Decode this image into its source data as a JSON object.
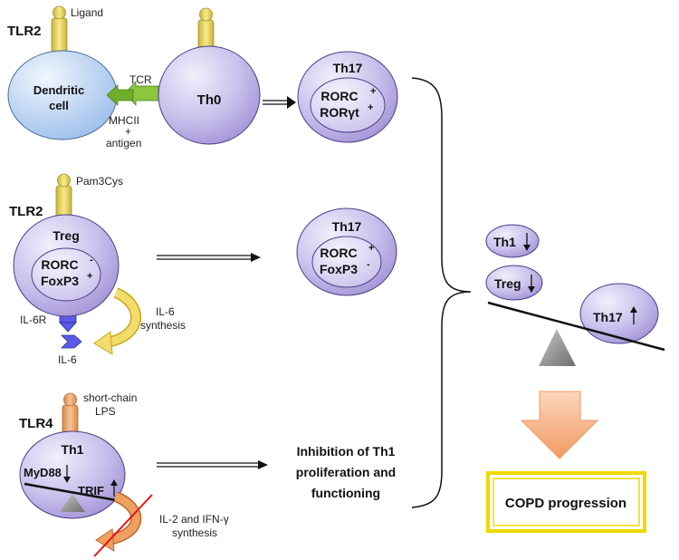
{
  "row1": {
    "receptor": "TLR2",
    "ligand": "Ligand",
    "dc_line1": "Dendritic",
    "dc_line2": "cell",
    "tcr": "TCR",
    "mhc_line1": "MHCII",
    "mhc_line2": "+",
    "mhc_line3": "antigen",
    "th0": "Th0",
    "th17_title": "Th17",
    "m1": "RORC",
    "m1_sign": "+",
    "m2": "RORγt",
    "m2_sign": "+"
  },
  "row2": {
    "receptor": "TLR2",
    "ligand": "Pam3Cys",
    "treg": "Treg",
    "m1": "RORC",
    "m1_sign": "-",
    "m2": "FoxP3",
    "m2_sign": "+",
    "il6r": "IL-6R",
    "il6": "IL-6",
    "synth_line1": "IL-6",
    "synth_line2": "synthesis",
    "th17_title": "Th17",
    "r1": "RORC",
    "r1_sign": "+",
    "r2": "FoxP3",
    "r2_sign": "-"
  },
  "row3": {
    "receptor": "TLR4",
    "ligand_line1": "short-chain",
    "ligand_line2": "LPS",
    "th1": "Th1",
    "myd88": "MyD88",
    "trif": "TRIF",
    "synth_line1": "IL-2 and IFN-γ",
    "synth_line2": "synthesis",
    "outcome_line1": "Inhibition of Th1",
    "outcome_line2": "proliferation and",
    "outcome_line3": "functioning"
  },
  "balance": {
    "th1": "Th1",
    "treg": "Treg",
    "th17": "Th17"
  },
  "result": "COPD progression",
  "colors": {
    "cell_fill": "#c9c0ec",
    "dc_fill": "#bcd6f4",
    "receptor": "#f2de6c",
    "tlr4_ligand": "#f0a060",
    "tcr_green": "#8cc63f",
    "il6_blue": "#5a5ae6",
    "box_border": "#f0d800",
    "arrow_orange": "#f4a674"
  }
}
